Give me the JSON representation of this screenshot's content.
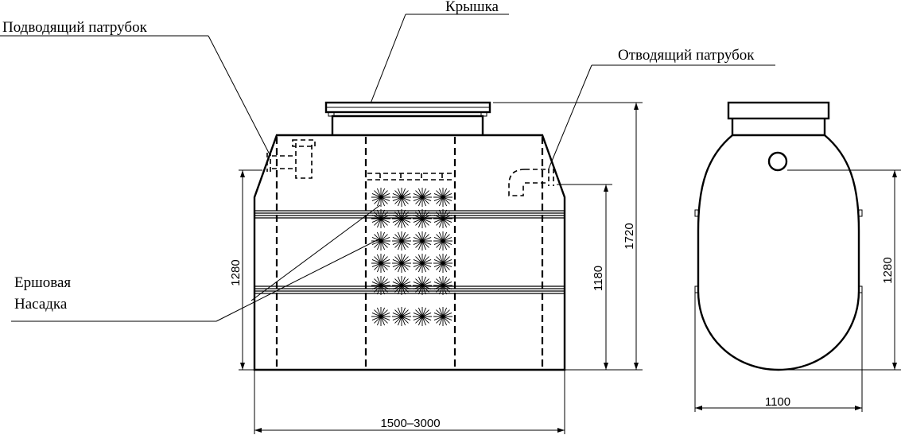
{
  "labels": {
    "inlet": "Подводящий патрубок",
    "lid": "Крышка",
    "outlet": "Отводящий патрубок",
    "brush_line1": "Ершовая",
    "brush_line2": "Насадка"
  },
  "dimensions": {
    "body_height": "1280",
    "inner_height": "1180",
    "total_height": "1720",
    "length": "1500–3000",
    "side_height": "1280",
    "width": "1100"
  }
}
